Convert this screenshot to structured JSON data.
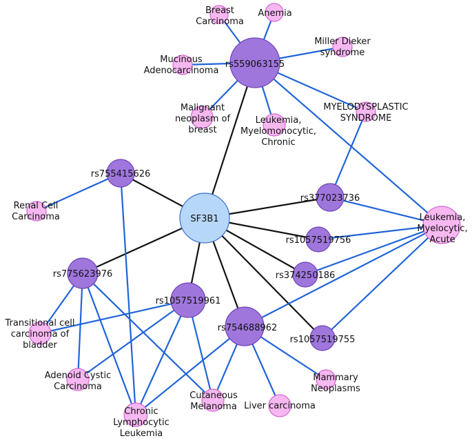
{
  "colors": {
    "gene_node": "#b7d7f8",
    "variant_node": "#9f76dc",
    "disease_node": "#f7b8f1",
    "gene_variant_edge": "#111111",
    "variant_disease_edge": "#1f63d8"
  },
  "nodes": [
    {
      "id": "sf3b1",
      "type": "gene",
      "label": [
        "SF3B1"
      ]
    },
    {
      "id": "rs559063155",
      "type": "variant",
      "label": [
        "rs559063155"
      ]
    },
    {
      "id": "rs755415626",
      "type": "variant",
      "label": [
        "rs755415626"
      ]
    },
    {
      "id": "rs377023736",
      "type": "variant",
      "label": [
        "rs377023736"
      ]
    },
    {
      "id": "rs1057519756",
      "type": "variant",
      "label": [
        "rs1057519756"
      ]
    },
    {
      "id": "rs374250186",
      "type": "variant",
      "label": [
        "rs374250186"
      ]
    },
    {
      "id": "rs775623976",
      "type": "variant",
      "label": [
        "rs775623976"
      ]
    },
    {
      "id": "rs1057519961",
      "type": "variant",
      "label": [
        "rs1057519961"
      ]
    },
    {
      "id": "rs754688962",
      "type": "variant",
      "label": [
        "rs754688962"
      ]
    },
    {
      "id": "rs1057519755",
      "type": "variant",
      "label": [
        "rs1057519755"
      ]
    },
    {
      "id": "breast-carcinoma",
      "type": "disease",
      "label": [
        "Breast",
        "Carcinoma"
      ]
    },
    {
      "id": "anemia",
      "type": "disease",
      "label": [
        "Anemia"
      ]
    },
    {
      "id": "miller-dieker",
      "type": "disease",
      "label": [
        "Miller Dieker",
        "syndrome"
      ]
    },
    {
      "id": "mucinous-adenocarcinoma",
      "type": "disease",
      "label": [
        "Mucinous",
        "Adenocarcinoma"
      ]
    },
    {
      "id": "malignant-neoplasm-breast",
      "type": "disease",
      "label": [
        "Malignant",
        "neoplasm of",
        "breast"
      ]
    },
    {
      "id": "leukemia-myelomonocytic",
      "type": "disease",
      "label": [
        "Leukemia,",
        "Myelomonocytic,",
        "Chronic"
      ]
    },
    {
      "id": "myelodysplastic-syndrome",
      "type": "disease",
      "label": [
        "MYELODYSPLASTIC",
        "SYNDROME"
      ]
    },
    {
      "id": "renal-cell-carcinoma",
      "type": "disease",
      "label": [
        "Renal Cell",
        "Carcinoma"
      ]
    },
    {
      "id": "leukemia-myelocytic-acute",
      "type": "disease",
      "label": [
        "Leukemia,",
        "Myelocytic,",
        "Acute"
      ]
    },
    {
      "id": "transitional-cell",
      "type": "disease",
      "label": [
        "Transitional cell",
        "carcinoma of",
        "bladder"
      ]
    },
    {
      "id": "adenoid-cystic",
      "type": "disease",
      "label": [
        "Adenoid Cystic",
        "Carcinoma"
      ]
    },
    {
      "id": "chronic-lymphocytic",
      "type": "disease",
      "label": [
        "Chronic",
        "Lymphocytic",
        "Leukemia"
      ]
    },
    {
      "id": "cutaneous-melanoma",
      "type": "disease",
      "label": [
        "Cutaneous",
        "Melanoma"
      ]
    },
    {
      "id": "liver-carcinoma",
      "type": "disease",
      "label": [
        "Liver carcinoma"
      ]
    },
    {
      "id": "mammary-neoplasms",
      "type": "disease",
      "label": [
        "Mammary",
        "Neoplasms"
      ]
    }
  ],
  "edges": [
    {
      "source": "sf3b1",
      "target": "rs559063155"
    },
    {
      "source": "sf3b1",
      "target": "rs755415626"
    },
    {
      "source": "sf3b1",
      "target": "rs377023736"
    },
    {
      "source": "sf3b1",
      "target": "rs1057519756"
    },
    {
      "source": "sf3b1",
      "target": "rs374250186"
    },
    {
      "source": "sf3b1",
      "target": "rs775623976"
    },
    {
      "source": "sf3b1",
      "target": "rs1057519961"
    },
    {
      "source": "sf3b1",
      "target": "rs754688962"
    },
    {
      "source": "sf3b1",
      "target": "rs1057519755"
    },
    {
      "source": "rs559063155",
      "target": "breast-carcinoma"
    },
    {
      "source": "rs559063155",
      "target": "anemia"
    },
    {
      "source": "rs559063155",
      "target": "miller-dieker"
    },
    {
      "source": "rs559063155",
      "target": "mucinous-adenocarcinoma"
    },
    {
      "source": "rs559063155",
      "target": "malignant-neoplasm-breast"
    },
    {
      "source": "rs559063155",
      "target": "leukemia-myelomonocytic"
    },
    {
      "source": "rs559063155",
      "target": "myelodysplastic-syndrome"
    },
    {
      "source": "rs559063155",
      "target": "leukemia-myelocytic-acute"
    },
    {
      "source": "rs755415626",
      "target": "renal-cell-carcinoma"
    },
    {
      "source": "rs755415626",
      "target": "chronic-lymphocytic"
    },
    {
      "source": "rs377023736",
      "target": "myelodysplastic-syndrome"
    },
    {
      "source": "rs377023736",
      "target": "leukemia-myelocytic-acute"
    },
    {
      "source": "rs1057519756",
      "target": "leukemia-myelocytic-acute"
    },
    {
      "source": "rs374250186",
      "target": "leukemia-myelocytic-acute"
    },
    {
      "source": "rs754688962",
      "target": "leukemia-myelocytic-acute"
    },
    {
      "source": "rs1057519755",
      "target": "leukemia-myelocytic-acute"
    },
    {
      "source": "rs775623976",
      "target": "transitional-cell"
    },
    {
      "source": "rs775623976",
      "target": "adenoid-cystic"
    },
    {
      "source": "rs775623976",
      "target": "chronic-lymphocytic"
    },
    {
      "source": "rs775623976",
      "target": "cutaneous-melanoma"
    },
    {
      "source": "rs1057519961",
      "target": "transitional-cell"
    },
    {
      "source": "rs1057519961",
      "target": "adenoid-cystic"
    },
    {
      "source": "rs1057519961",
      "target": "chronic-lymphocytic"
    },
    {
      "source": "rs1057519961",
      "target": "cutaneous-melanoma"
    },
    {
      "source": "rs754688962",
      "target": "chronic-lymphocytic"
    },
    {
      "source": "rs754688962",
      "target": "cutaneous-melanoma"
    },
    {
      "source": "rs754688962",
      "target": "liver-carcinoma"
    },
    {
      "source": "rs754688962",
      "target": "mammary-neoplasms"
    }
  ]
}
